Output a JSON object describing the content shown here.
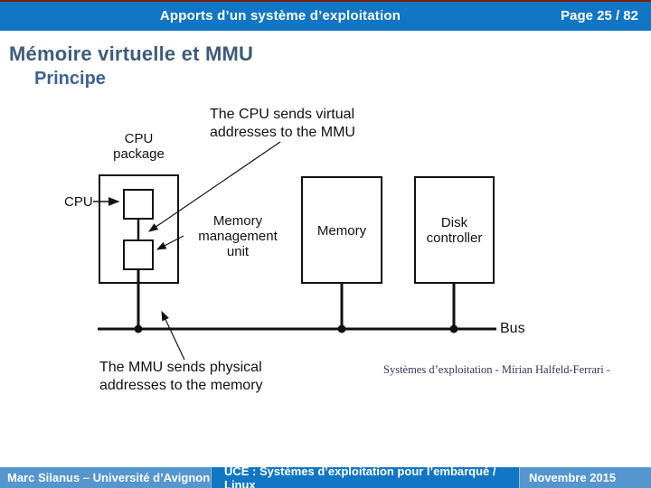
{
  "header": {
    "title": "Apports  d’un système d’exploitation",
    "page_indicator": "Page 25 / 82"
  },
  "slide": {
    "title": "Mémoire virtuelle et MMU",
    "subtitle": "Principe"
  },
  "diagram": {
    "annotation_top": "The CPU sends virtual\naddresses to the MMU",
    "annotation_bottom": "The MMU sends physical\naddresses to the memory",
    "cpu_package_label": "CPU\npackage",
    "cpu_label": "CPU",
    "mmu_label": "Memory\nmanagement\nunit",
    "memory_label": "Memory",
    "disk_label": "Disk\ncontroller",
    "bus_label": "Bus"
  },
  "attribution": "Systèmes d’exploitation - Mírian Halfeld-Ferrari -",
  "footer": {
    "left": "Marc Silanus – Université d’Avignon",
    "center": "UCE : Systèmes d’exploitation pour l’embarqué / Linux",
    "right": "Novembre 2015"
  },
  "colors": {
    "header_blue": "#1176C3",
    "footer_light_blue": "#5596CE",
    "top_line_red": "#7E1F10",
    "title_color": "#3E5B7B",
    "subtitle_color": "#3C6390",
    "attribution_color": "#333355",
    "figure_ink": "#111111"
  }
}
